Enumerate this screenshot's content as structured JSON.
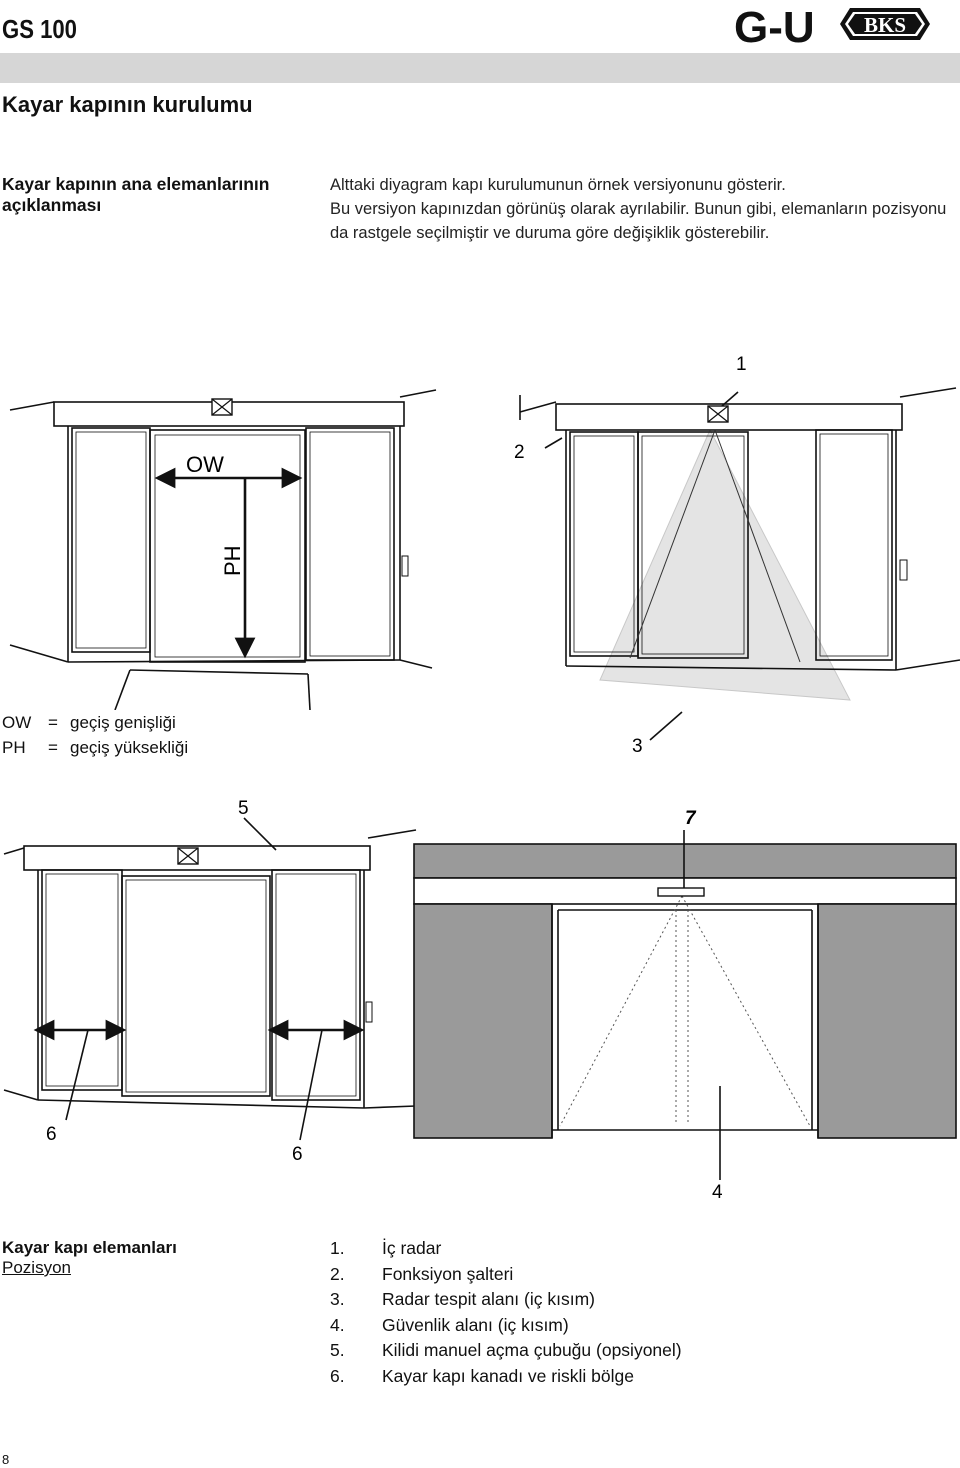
{
  "header": {
    "title": "GS 100",
    "logo_left": "G-U",
    "logo_right": "BKS"
  },
  "section_title": "Kayar kapının kurulumu",
  "side_heading": "Kayar kapının ana elemanlarının açıklanması",
  "intro": {
    "line1": "Alttaki diyagram kapı kurulumunun örnek versiyonunu gösterir.",
    "line2": "Bu versiyon kapınızdan görünüş olarak ayrılabilir. Bunun gibi, elemanların pozisyonu da rastgele seçilmiştir ve duruma göre değişiklik gösterebilir."
  },
  "diagram_labels": {
    "ow": "OW",
    "ph": "PH",
    "n1": "1",
    "n2": "2",
    "n3": "3",
    "n4": "4",
    "n5": "5",
    "n6a": "6",
    "n6b": "6",
    "n7": "7"
  },
  "legend": [
    {
      "key": "OW",
      "eq": "=",
      "text": "geçiş genişliği"
    },
    {
      "key": "PH",
      "eq": "=",
      "text": "geçiş yüksekliği"
    }
  ],
  "elements": {
    "title": "Kayar kapı elemanları",
    "subtitle": "Pozisyon",
    "items": [
      {
        "n": "1.",
        "text": "İç radar"
      },
      {
        "n": "2.",
        "text": "Fonksiyon şalteri"
      },
      {
        "n": "3.",
        "text": "Radar tespit alanı (iç kısım)"
      },
      {
        "n": "4.",
        "text": "Güvenlik alanı (iç kısım)"
      },
      {
        "n": "5.",
        "text": "Kilidi manuel açma çubuğu (opsiyonel)"
      },
      {
        "n": "6.",
        "text": "Kayar kapı kanadı ve riskli bölge"
      }
    ]
  },
  "page_number": "8",
  "colors": {
    "header_bar": "#d6d6d6",
    "wall_fill": "#9a9a9a",
    "radar_field": "#e4e4e4"
  }
}
